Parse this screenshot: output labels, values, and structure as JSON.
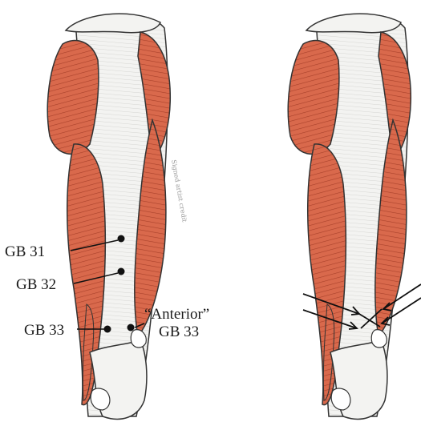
{
  "labels": {
    "gb31": "GB 31",
    "gb32": "GB 32",
    "gb33": "GB 33",
    "anterior_gb33_line1": "“Anterior”",
    "anterior_gb33_line2": "GB 33"
  },
  "signature": "Signed artist credit",
  "colors": {
    "muscle": "#d9694c",
    "muscle_dark": "#a8402a",
    "tendon": "#f3f3f1",
    "outline": "#333333",
    "ink": "#1a1a1a"
  }
}
